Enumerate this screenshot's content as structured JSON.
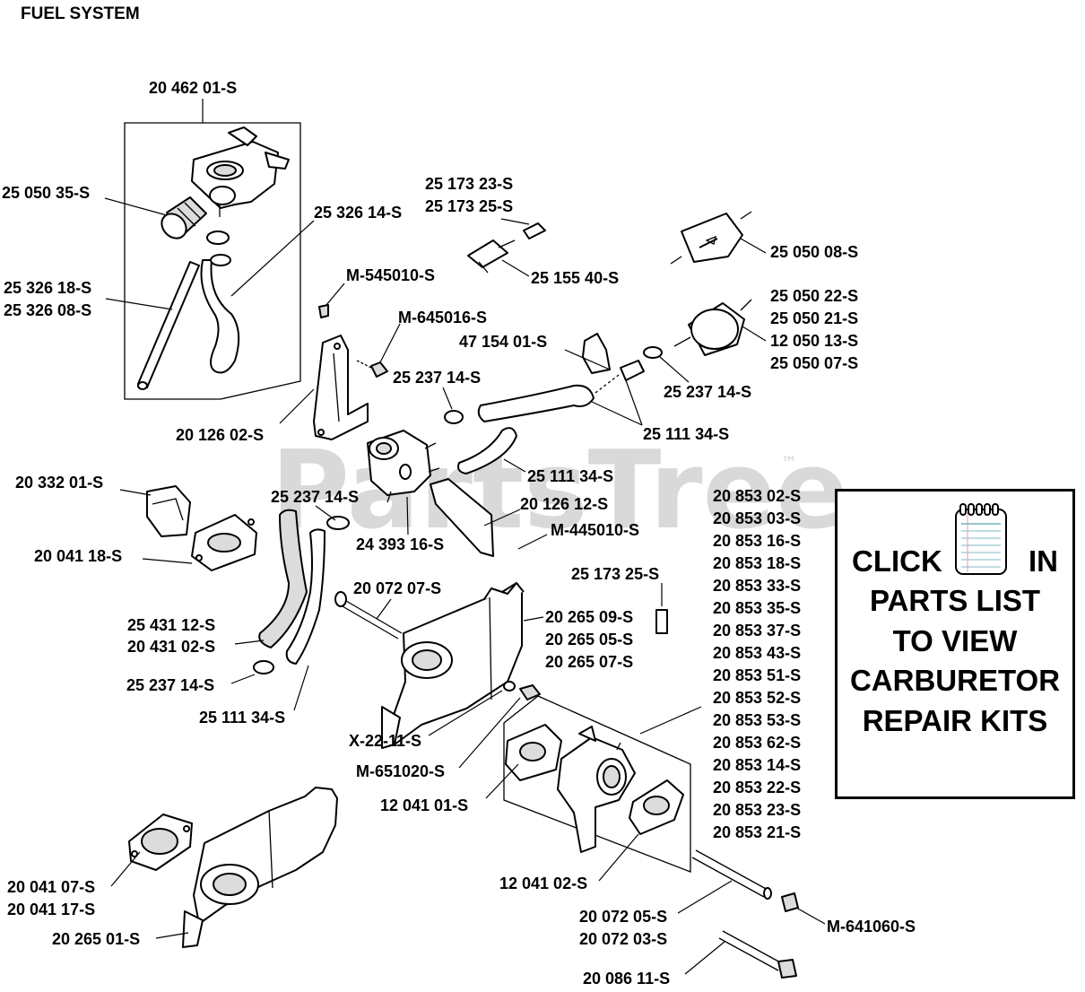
{
  "title": "FUEL SYSTEM",
  "watermark": "PartsTree",
  "watermark_tm": "™",
  "callout_box": {
    "click": "CLICK",
    "in": "IN",
    "line2": "PARTS LIST",
    "line3": "TO VIEW",
    "line4": "CARBURETOR",
    "line5": "REPAIR KITS",
    "icon": "notepad-icon"
  },
  "labels": {
    "l_204620": "20 462 01-S",
    "l_250503": "25 050 35-S",
    "l_253261": "25 326 14-S",
    "l_253261a": "25 326 18-S",
    "l_253260": "25 326 08-S",
    "l_251732": "25 173 23-S",
    "l_251732b": "25 173 25-S",
    "l_251554": "25 155 40-S",
    "l_250500": "25 050 08-S",
    "l_m545": "M-545010-S",
    "l_m645": "M-645016-S",
    "l_471540": "47 154 01-S",
    "l_250502": "25 050 22-S",
    "l_250502b": "25 050 21-S",
    "l_120501": "12 050 13-S",
    "l_250500b": "25 050 07-S",
    "l_252371": "25 237 14-S",
    "l_252371b": "25 237 14-S",
    "l_201260": "20 126 02-S",
    "l_251113": "25 111 34-S",
    "l_251113b": "25 111 34-S",
    "l_203320": "20 332 01-S",
    "l_252371c": "25 237 14-S",
    "l_201261": "20 126 12-S",
    "l_m445": "M-445010-S",
    "l_243931": "24 393 16-S",
    "l_200411": "20 041 18-S",
    "l_251732c": "25 173 25-S",
    "l_200720": "20 072 07-S",
    "l_202650": "20 265 09-S",
    "l_202650b": "20 265 05-S",
    "l_202650c": "20 265 07-S",
    "l_254311": "25 431 12-S",
    "l_204310": "20 431 02-S",
    "l_252371d": "25 237 14-S",
    "l_251113c": "25 111 34-S",
    "l_x22": "X-22-11-S",
    "l_m651": "M-651020-S",
    "l_120410": "12 041 01-S",
    "l_120410b": "12 041 02-S",
    "l_200410": "20 041 07-S",
    "l_200411b": "20 041 17-S",
    "l_202650d": "20 265 01-S",
    "l_200720b": "20 072 05-S",
    "l_200720c": "20 072 03-S",
    "l_m641": "M-641060-S",
    "l_200861": "20 086 11-S"
  },
  "carb_kits": [
    "20 853 02-S",
    "20 853 03-S",
    "20 853 16-S",
    "20 853 18-S",
    "20 853 33-S",
    "20 853 35-S",
    "20 853 37-S",
    "20 853 43-S",
    "20 853 51-S",
    "20 853 52-S",
    "20 853 53-S",
    "20 853 62-S",
    "20 853 14-S",
    "20 853 22-S",
    "20 853 23-S",
    "20 853 21-S"
  ]
}
